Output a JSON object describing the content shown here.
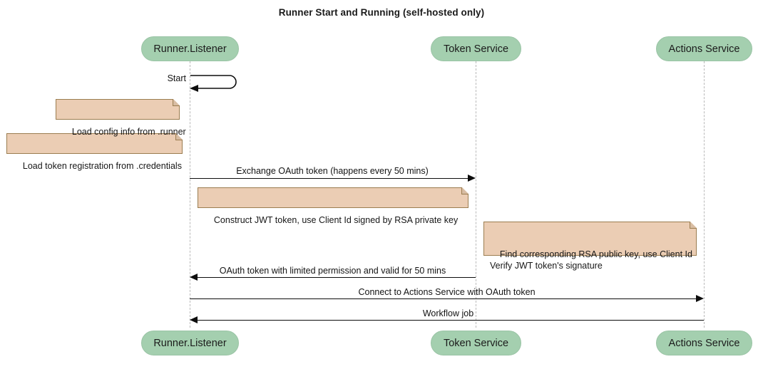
{
  "diagram": {
    "type": "sequence-diagram",
    "title": "Runner Start and Running (self-hosted only)",
    "participants": [
      {
        "id": "runner",
        "label": "Runner.Listener"
      },
      {
        "id": "token",
        "label": "Token Service"
      },
      {
        "id": "actions",
        "label": "Actions Service"
      }
    ],
    "messages": [
      {
        "id": "m1",
        "label": "Start",
        "from": "runner",
        "to": "runner",
        "kind": "self"
      },
      {
        "id": "m2",
        "label": "Exchange OAuth token (happens every 50 mins)",
        "from": "runner",
        "to": "token",
        "kind": "sync",
        "direction": "right"
      },
      {
        "id": "m3",
        "label": "OAuth token with limited permission and valid for 50 mins",
        "from": "token",
        "to": "runner",
        "kind": "sync",
        "direction": "left"
      },
      {
        "id": "m4",
        "label": "Connect to Actions Service with OAuth token",
        "from": "runner",
        "to": "actions",
        "kind": "sync",
        "direction": "right"
      },
      {
        "id": "m5",
        "label": "Workflow job",
        "from": "actions",
        "to": "runner",
        "kind": "sync",
        "direction": "left"
      }
    ],
    "notes": [
      {
        "id": "n1",
        "text": "Load config info from .runner",
        "attached_to": "runner"
      },
      {
        "id": "n2",
        "text": "Load token registration from .credentials",
        "attached_to": "runner"
      },
      {
        "id": "n3",
        "text": "Construct JWT token, use Client Id signed by RSA private key",
        "attached_to": "runner"
      },
      {
        "id": "n4",
        "text": "Find corresponding RSA public key, use Client Id\nVerify JWT token's signature",
        "attached_to": "token"
      }
    ],
    "colors": {
      "participant_fill": "#a4cfaf",
      "participant_border": "#9ac4a5",
      "note_fill": "#ebcdb4",
      "note_border": "#9b7d50",
      "lifeline": "#b9b9b9",
      "message": "#0d0d0d",
      "text": "#1a1a1a",
      "background": "#ffffff"
    }
  }
}
